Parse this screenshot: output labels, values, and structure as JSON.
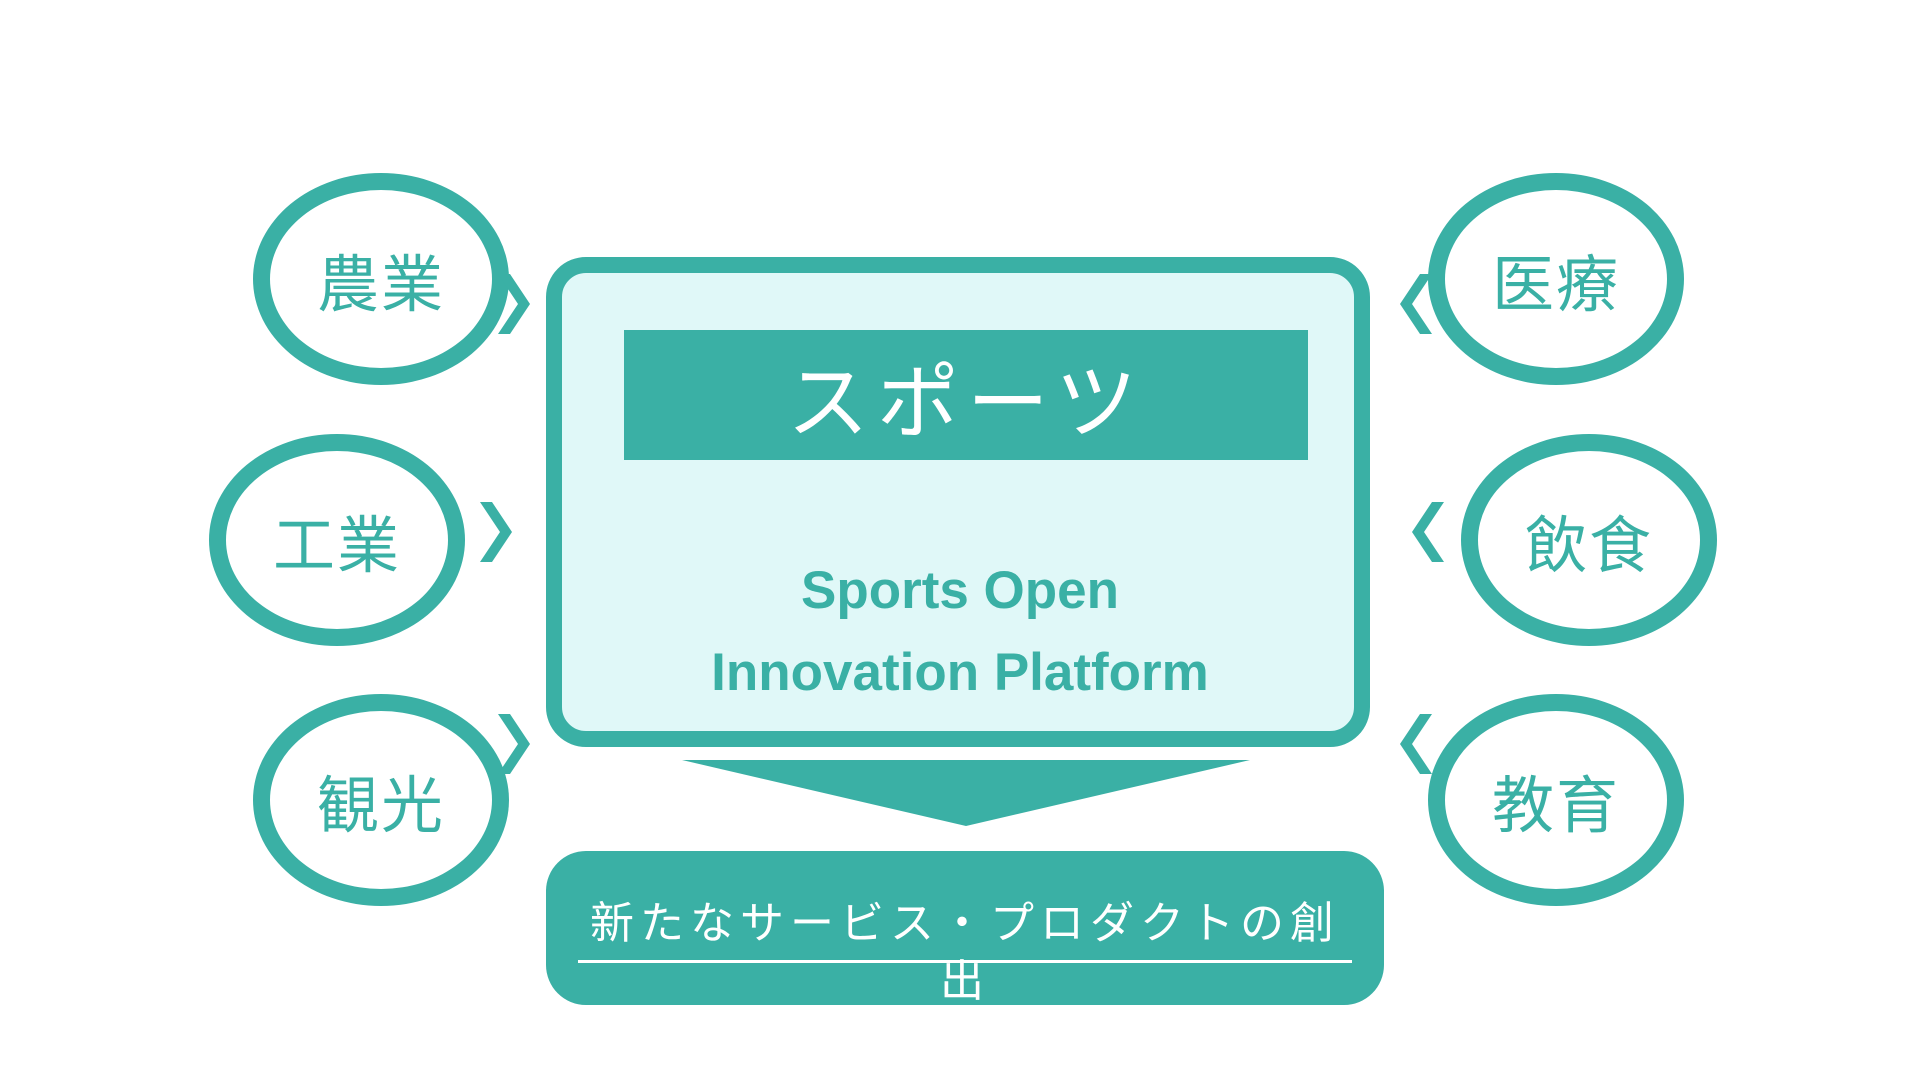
{
  "colors": {
    "accent": "#3ab0a5",
    "panel_fill": "#e0f8f8",
    "background": "#ffffff",
    "text_light": "#ffffff"
  },
  "sectors_left": [
    {
      "label": "農業"
    },
    {
      "label": "工業"
    },
    {
      "label": "観光"
    }
  ],
  "sectors_right": [
    {
      "label": "医療"
    },
    {
      "label": "飲食"
    },
    {
      "label": "教育"
    }
  ],
  "center": {
    "title": "スポーツ",
    "subtitle_line1": "Sports Open",
    "subtitle_line2": "Innovation Platform"
  },
  "result": {
    "label": "新たなサービス・プロダクトの創出"
  }
}
